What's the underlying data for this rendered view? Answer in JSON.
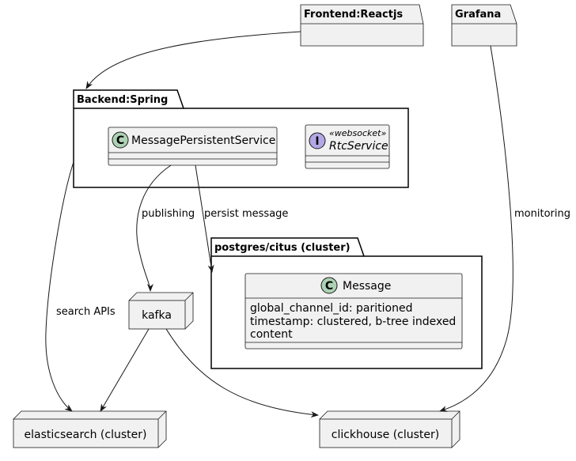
{
  "packages": {
    "frontend": "Frontend:Reactjs",
    "grafana": "Grafana",
    "backend": "Backend:Spring",
    "postgres": "postgres/citus (cluster)"
  },
  "classes": {
    "message_persistent_service": {
      "badge": "C",
      "name": "MessagePersistentService"
    },
    "rtc_service": {
      "badge": "I",
      "stereotype": "«websocket»",
      "name": "RtcService"
    },
    "message": {
      "badge": "C",
      "name": "Message",
      "attributes": [
        "global_channel_id: paritioned",
        "timestamp: clustered, b-tree indexed",
        "content"
      ]
    }
  },
  "nodes": {
    "kafka": "kafka",
    "elasticsearch": "elasticsearch (cluster)",
    "clickhouse": "clickhouse (cluster)"
  },
  "edges": {
    "publishing": "publishing",
    "persist_message": "persist message",
    "search_apis": "search APIs",
    "monitoring": "monitoring"
  },
  "colors": {
    "fill": "#f1f1f1",
    "stroke": "#181818",
    "class_badge": "#add1b2",
    "interface_badge": "#b4a7e5"
  }
}
